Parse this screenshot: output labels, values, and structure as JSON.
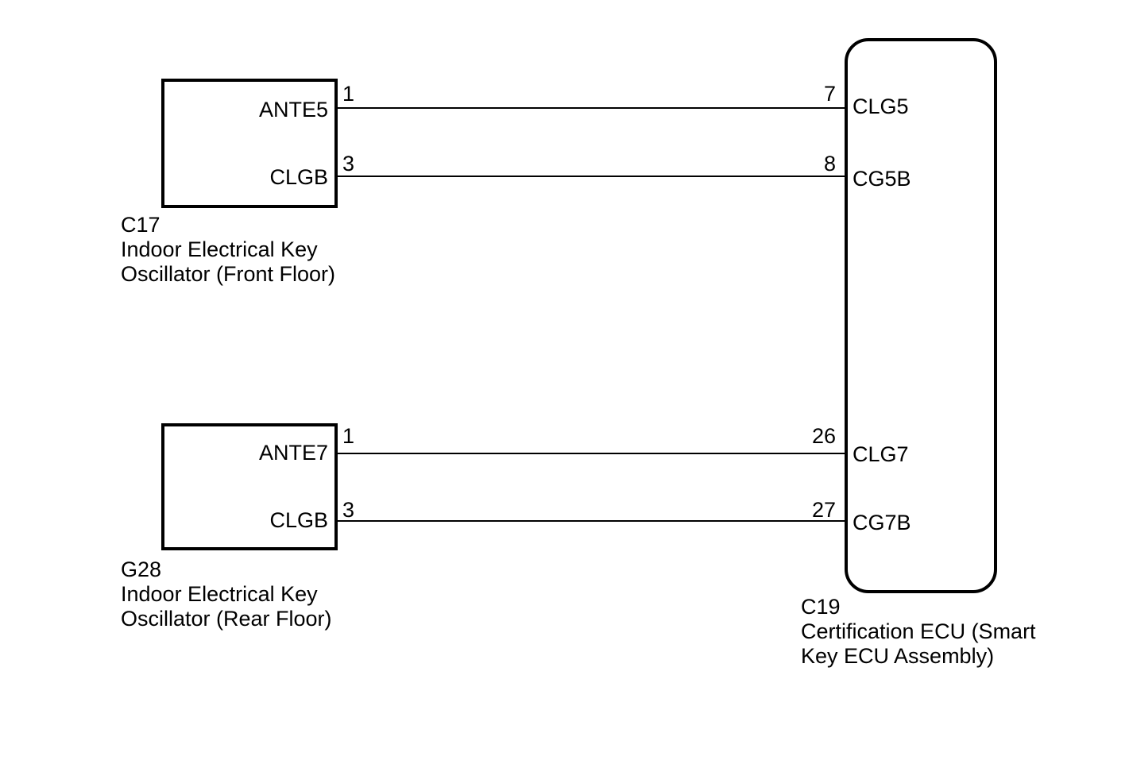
{
  "diagram": {
    "type": "wiring-diagram",
    "colors": {
      "line": "#000000",
      "background": "#ffffff",
      "text": "#000000"
    },
    "components": {
      "c17": {
        "code": "C17",
        "name_lines": [
          "Indoor Electrical Key",
          "Oscillator (Front Floor)"
        ],
        "pins": [
          {
            "number": "1",
            "label": "ANTE5"
          },
          {
            "number": "3",
            "label": "CLGB"
          }
        ]
      },
      "g28": {
        "code": "G28",
        "name_lines": [
          "Indoor Electrical Key",
          "Oscillator (Rear Floor)"
        ],
        "pins": [
          {
            "number": "1",
            "label": "ANTE7"
          },
          {
            "number": "3",
            "label": "CLGB"
          }
        ]
      },
      "c19": {
        "code": "C19",
        "name_lines": [
          "Certification ECU (Smart",
          "Key ECU Assembly)"
        ],
        "pins": [
          {
            "number": "7",
            "label": "CLG5"
          },
          {
            "number": "8",
            "label": "CG5B"
          },
          {
            "number": "26",
            "label": "CLG7"
          },
          {
            "number": "27",
            "label": "CG7B"
          }
        ]
      }
    },
    "connections": [
      {
        "from": "C17 pin 1 ANTE5",
        "to": "C19 pin 7 CLG5"
      },
      {
        "from": "C17 pin 3 CLGB",
        "to": "C19 pin 8 CG5B"
      },
      {
        "from": "G28 pin 1 ANTE7",
        "to": "C19 pin 26 CLG7"
      },
      {
        "from": "G28 pin 3 CLGB",
        "to": "C19 pin 27 CG7B"
      }
    ]
  }
}
